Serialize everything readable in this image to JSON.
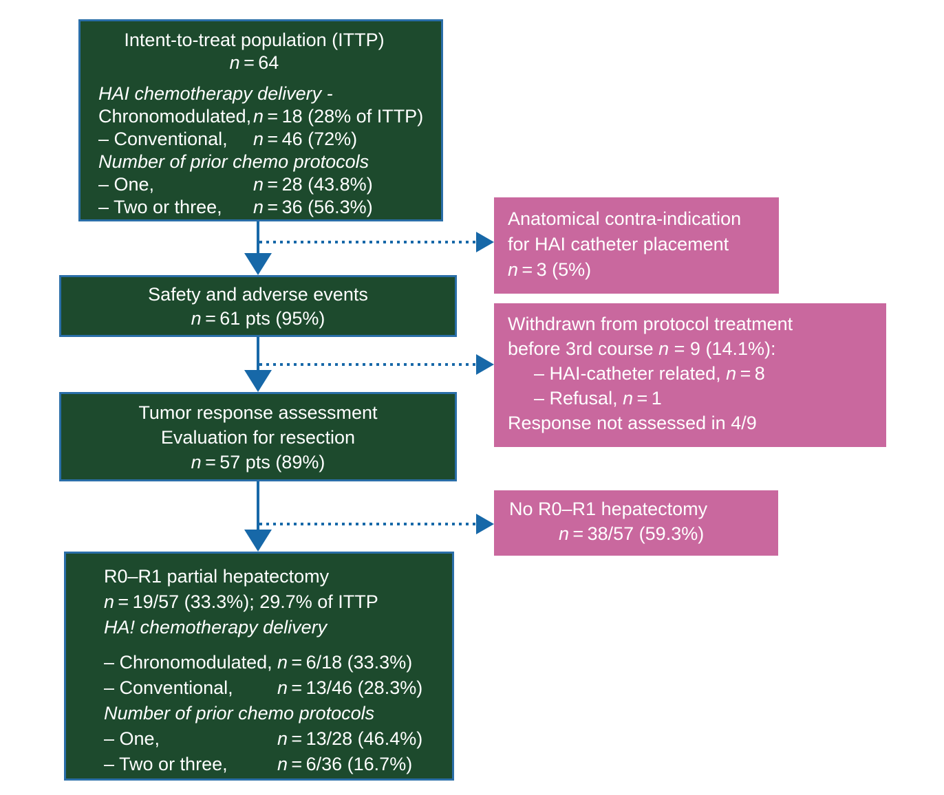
{
  "colors": {
    "green_box": "#1d4a2d",
    "pink_box": "#c9689e",
    "arrow_blue": "#1768a8",
    "green_box_border": "#2a6ea8",
    "text": "#ffffff"
  },
  "nodes": {
    "ittp": {
      "lines": [
        {
          "align": "center",
          "padr": 45,
          "segs": [
            {
              "t": "Intent-to-treat population (ITTP)"
            }
          ]
        },
        {
          "align": "center",
          "padr": 45,
          "segs": [
            {
              "t": "n",
              "i": true
            },
            {
              "t": " = 64"
            }
          ]
        },
        {
          "gap": 12,
          "segs": [
            {
              "t": "HAI chemotherapy delivery -",
              "i": true
            }
          ]
        },
        {
          "cols": [
            [
              {
                "t": "Chronomodulated,"
              }
            ],
            [
              {
                "t": "n",
                "i": true
              },
              {
                "t": " = 18 (28% of ITTP)"
              }
            ]
          ]
        },
        {
          "cols": [
            [
              {
                "t": "– Conventional,"
              }
            ],
            [
              {
                "t": "n",
                "i": true
              },
              {
                "t": " = 46 (72%)"
              }
            ]
          ]
        },
        {
          "segs": [
            {
              "t": "Number of prior chemo protocols",
              "i": true
            }
          ]
        },
        {
          "cols": [
            [
              {
                "t": "– One,"
              }
            ],
            [
              {
                "t": "n",
                "i": true
              },
              {
                "t": " = 28 (43.8%)"
              }
            ]
          ]
        },
        {
          "cols": [
            [
              {
                "t": "– Two or three,"
              }
            ],
            [
              {
                "t": "n",
                "i": true
              },
              {
                "t": " = 36 (56.3%)"
              }
            ]
          ]
        }
      ]
    },
    "safety": {
      "lines": [
        {
          "align": "center",
          "segs": [
            {
              "t": "Safety and adverse events"
            }
          ]
        },
        {
          "align": "center",
          "segs": [
            {
              "t": "n",
              "i": true
            },
            {
              "t": " = 61 pts (95%)"
            }
          ]
        }
      ]
    },
    "tumor": {
      "lines": [
        {
          "align": "center",
          "segs": [
            {
              "t": "Tumor response assessment"
            }
          ]
        },
        {
          "align": "center",
          "segs": [
            {
              "t": "Evaluation for resection"
            }
          ]
        },
        {
          "align": "center",
          "segs": [
            {
              "t": "n",
              "i": true
            },
            {
              "t": " = 57 pts (89%)"
            }
          ]
        }
      ]
    },
    "hepatectomy": {
      "lines": [
        {
          "segs": [
            {
              "t": "R0–R1 partial hepatectomy"
            }
          ]
        },
        {
          "segs": [
            {
              "t": "n",
              "i": true
            },
            {
              "t": " = 19/57 (33.3%); 29.7% of ITTP"
            }
          ]
        },
        {
          "segs": [
            {
              "t": "HA! chemotherapy delivery",
              "i": true
            }
          ]
        },
        {
          "gap": 14,
          "cols": [
            [
              {
                "t": "– Chronomodulated,"
              }
            ],
            [
              {
                "t": "n",
                "i": true
              },
              {
                "t": " = 6/18 (33.3%)"
              }
            ]
          ]
        },
        {
          "cols": [
            [
              {
                "t": "– Conventional,"
              }
            ],
            [
              {
                "t": "n",
                "i": true
              },
              {
                "t": " = 13/46 (28.3%)"
              }
            ]
          ]
        },
        {
          "segs": [
            {
              "t": "Number of prior chemo protocols",
              "i": true
            }
          ]
        },
        {
          "cols": [
            [
              {
                "t": "– One,"
              }
            ],
            [
              {
                "t": "n",
                "i": true
              },
              {
                "t": " = 13/28 (46.4%)"
              }
            ]
          ]
        },
        {
          "cols": [
            [
              {
                "t": "– Two or three,"
              }
            ],
            [
              {
                "t": "n",
                "i": true
              },
              {
                "t": " = 6/36 (16.7%)"
              }
            ]
          ]
        }
      ]
    },
    "contraindication": {
      "lines": [
        {
          "segs": [
            {
              "t": "Anatomical contra-indication"
            }
          ]
        },
        {
          "segs": [
            {
              "t": "for HAI catheter placement"
            }
          ]
        },
        {
          "segs": [
            {
              "t": "n",
              "i": true
            },
            {
              "t": " = 3 (5%)"
            }
          ]
        }
      ]
    },
    "withdrawn": {
      "lines": [
        {
          "segs": [
            {
              "t": "Withdrawn from protocol treatment"
            }
          ]
        },
        {
          "segs": [
            {
              "t": "before 3rd course "
            },
            {
              "t": "n",
              "i": true
            },
            {
              "t": " = 9 (14.1%):"
            }
          ]
        },
        {
          "indent": 38,
          "segs": [
            {
              "t": "– HAI-catheter related, "
            },
            {
              "t": "n",
              "i": true
            },
            {
              "t": " = 8"
            }
          ]
        },
        {
          "indent": 38,
          "segs": [
            {
              "t": "– Refusal, "
            },
            {
              "t": "n",
              "i": true
            },
            {
              "t": " = 1"
            }
          ]
        },
        {
          "segs": [
            {
              "t": "Response not assessed in 4/9"
            }
          ]
        }
      ]
    },
    "no_hepatectomy": {
      "lines": [
        {
          "segs": [
            {
              "t": "No R0–R1 hepatectomy"
            }
          ]
        },
        {
          "indent": 72,
          "segs": [
            {
              "t": "n",
              "i": true
            },
            {
              "t": " = 38/57 (59.3%)"
            }
          ]
        }
      ]
    }
  }
}
